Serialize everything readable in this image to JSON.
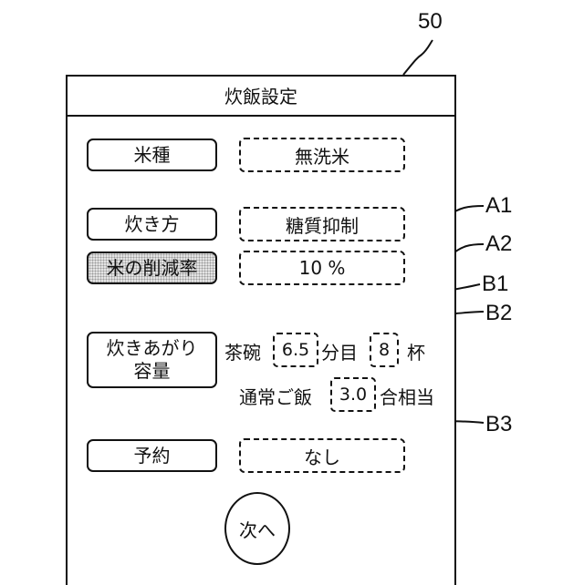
{
  "figure": {
    "reference_numeral": "50"
  },
  "screen": {
    "title": "炊飯設定",
    "rows": {
      "rice_type": {
        "button_label": "米種",
        "value": "無洗米"
      },
      "cooking_method": {
        "button_label": "炊き方",
        "value": "糖質抑制",
        "callout": "A1"
      },
      "reduction_rate": {
        "button_label": "米の削減率",
        "value": "10 %",
        "callout": "A2",
        "selected": true
      },
      "cooked_amount": {
        "button_label_line1": "炊きあがり",
        "button_label_line2": "容量",
        "bowl_prefix": "茶碗",
        "bowl_fill_value": "6.5",
        "bowl_fill_unit": "分目",
        "bowl_count_value": "8",
        "bowl_count_unit": "杯",
        "normal_prefix": "通常ご飯",
        "normal_value": "3.0",
        "normal_unit": "合相当",
        "callout_fill": "B1",
        "callout_count": "B2",
        "callout_normal": "B3"
      },
      "reservation": {
        "button_label": "予約",
        "value": "なし"
      }
    },
    "next_button_label": "次へ"
  },
  "colors": {
    "line": "#111111",
    "background": "#ffffff",
    "selected_fill": "#e4e4e4"
  }
}
